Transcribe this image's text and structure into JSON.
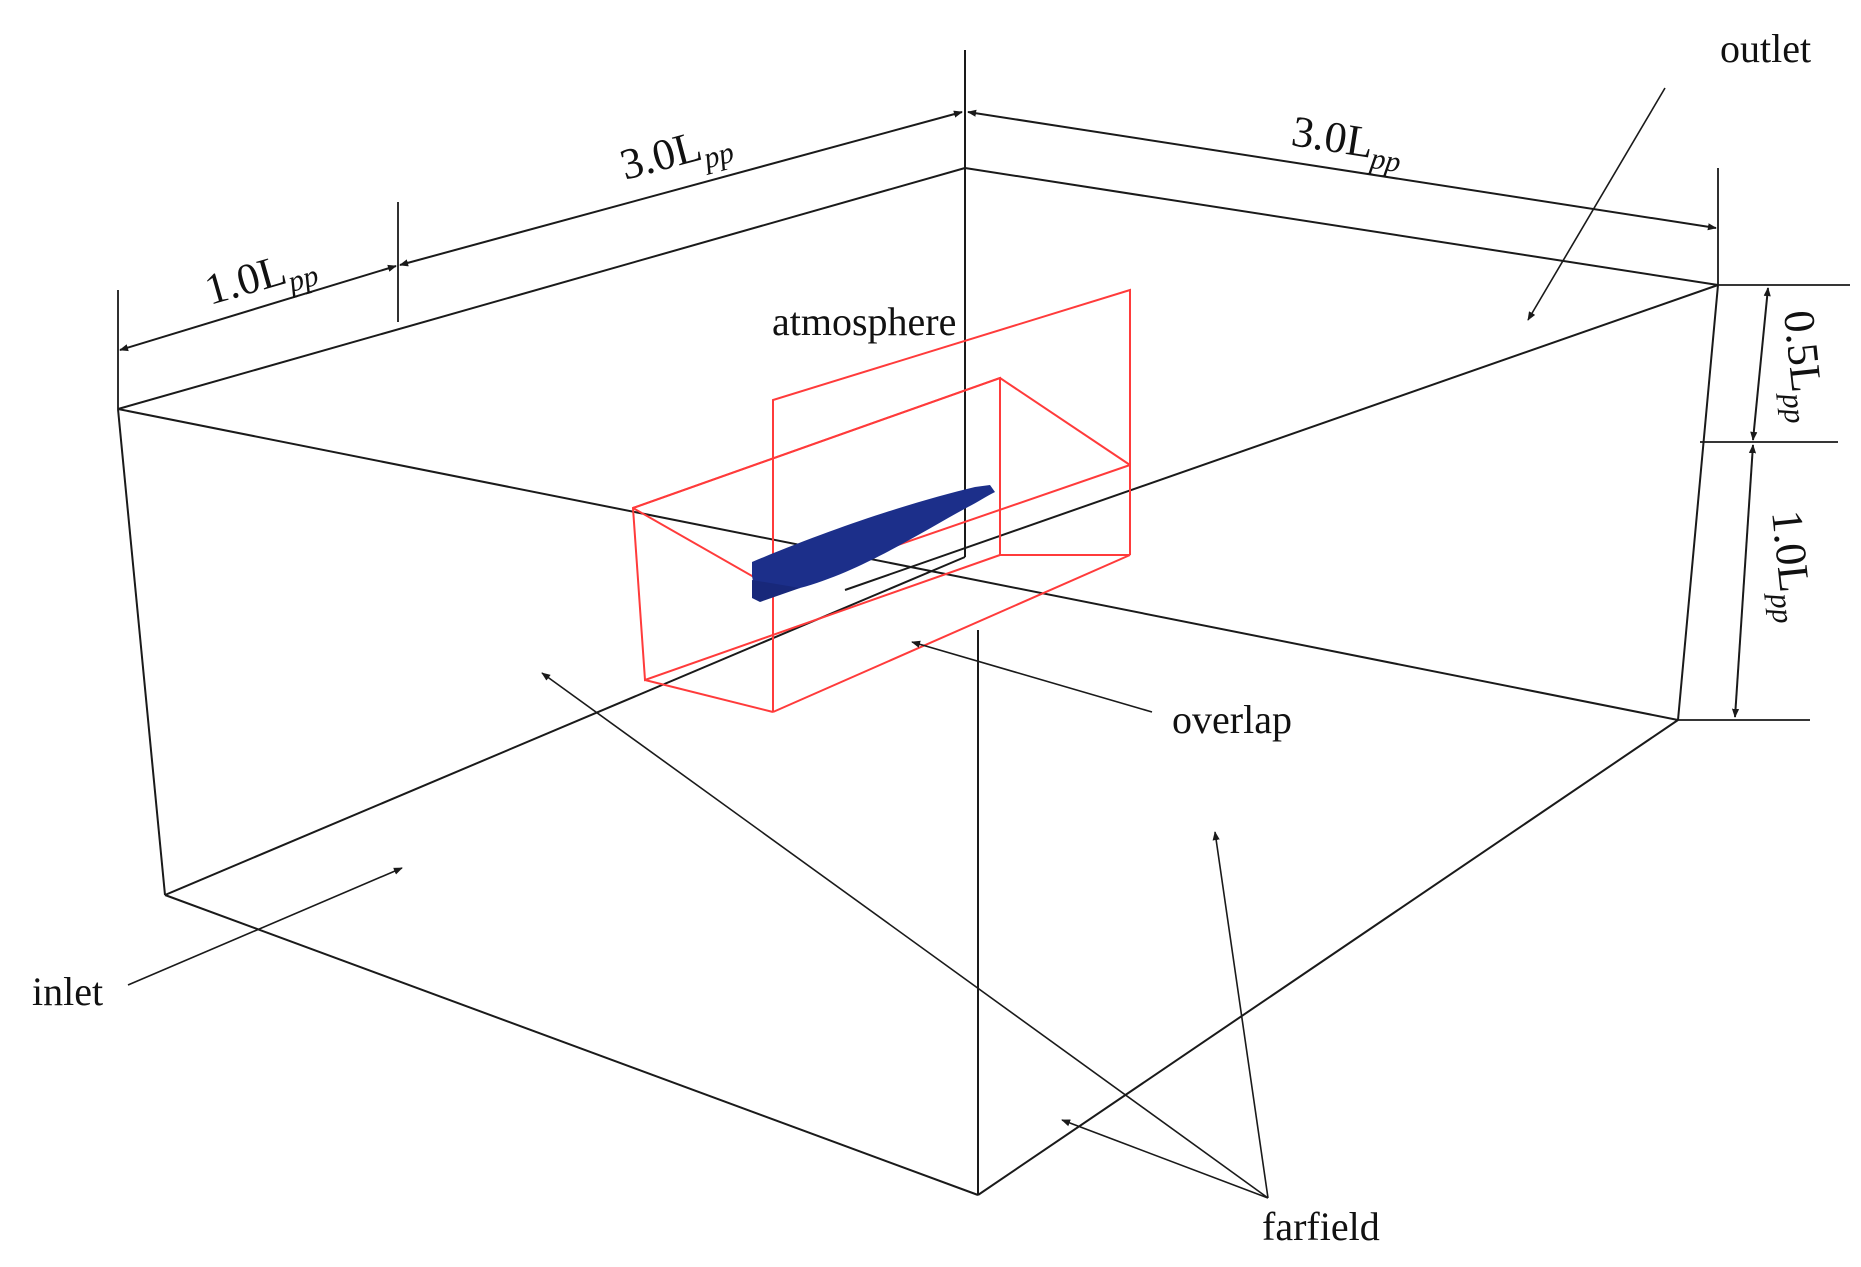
{
  "labels": {
    "outlet": "outlet",
    "atmosphere": "atmosphere",
    "overlap": "overlap",
    "inlet": "inlet",
    "farfield": "farfield"
  },
  "dimensions": {
    "upstream": {
      "value": "1.0L",
      "sub": "pp"
    },
    "to_center": {
      "value": "3.0L",
      "sub": "pp"
    },
    "downstream": {
      "value": "3.0L",
      "sub": "pp"
    },
    "above": {
      "value": "0.5L",
      "sub": "pp"
    },
    "below": {
      "value": "1.0L",
      "sub": "pp"
    }
  },
  "colors": {
    "domain_edges": "#1a1a1a",
    "overlap_box": "#ff3b3b",
    "hull": "#1c2f8a"
  }
}
